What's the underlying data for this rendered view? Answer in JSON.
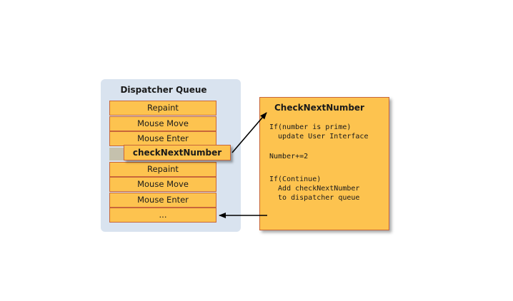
{
  "queue": {
    "title": "Dispatcher Queue",
    "items_top": [
      "Repaint",
      "Mouse Move",
      "Mouse Enter"
    ],
    "items_bottom": [
      "Repaint",
      "Mouse Move",
      "Mouse Enter",
      "..."
    ]
  },
  "pulled_item": "checkNextNumber",
  "code_box": {
    "title": "CheckNextNumber",
    "lines": [
      "If(number is prime)",
      "  update User Interface",
      "Number+=2",
      "If(Continue)",
      "  Add checkNextNumber",
      "  to dispatcher queue"
    ]
  },
  "colors": {
    "panel": "#d9e3ef",
    "item_fill": "#fdc34f",
    "item_border": "#c8663a",
    "gap": "#c5c1ad"
  }
}
